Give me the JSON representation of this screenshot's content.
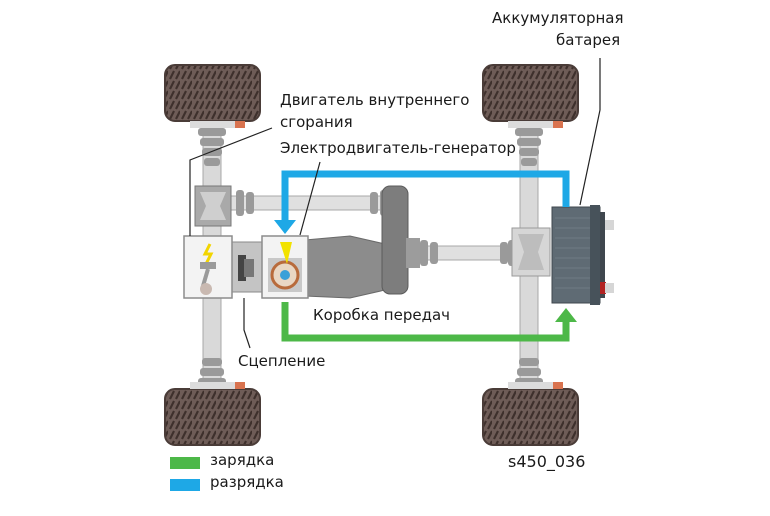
{
  "diagram": {
    "labels": {
      "battery_line1": "Аккумуляторная",
      "battery_line2": "батарея",
      "engine_line1": "Двигатель внутреннего",
      "engine_line2": "сгорания",
      "motor_generator": "Электродвигатель-генератор",
      "gearbox": "Коробка передач",
      "clutch": "Сцепление",
      "figure_id": "s450_036"
    },
    "legend": [
      {
        "label": "зарядка",
        "color": "#4db848"
      },
      {
        "label": "разрядка",
        "color": "#1ea8e6"
      }
    ],
    "battery": {
      "minus": "−",
      "plus": "+"
    },
    "colors": {
      "charge": "#4db848",
      "discharge": "#1ea8e6",
      "tire": "#6b5a55",
      "component_gray": "#b8b8b8",
      "battery_body": "#5f6b74"
    }
  }
}
